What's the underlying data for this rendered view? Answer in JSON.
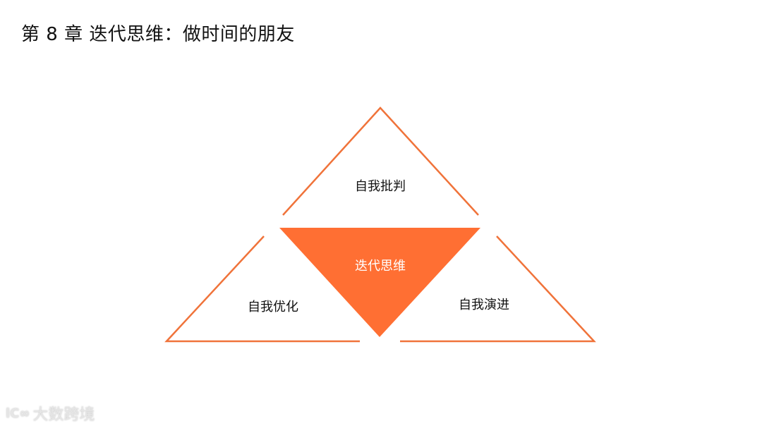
{
  "slide": {
    "title": "第 8 章 迭代思维：做时间的朋友"
  },
  "diagram": {
    "accent_color": "#ff6f33",
    "line_color": "#f0733a",
    "center": {
      "label": "迭代思维"
    },
    "top": {
      "label": "自我批判"
    },
    "left": {
      "label": "自我优化"
    },
    "right": {
      "label": "自我演进"
    }
  },
  "watermark": {
    "mark": "lC∞",
    "text": "大数跨境"
  }
}
